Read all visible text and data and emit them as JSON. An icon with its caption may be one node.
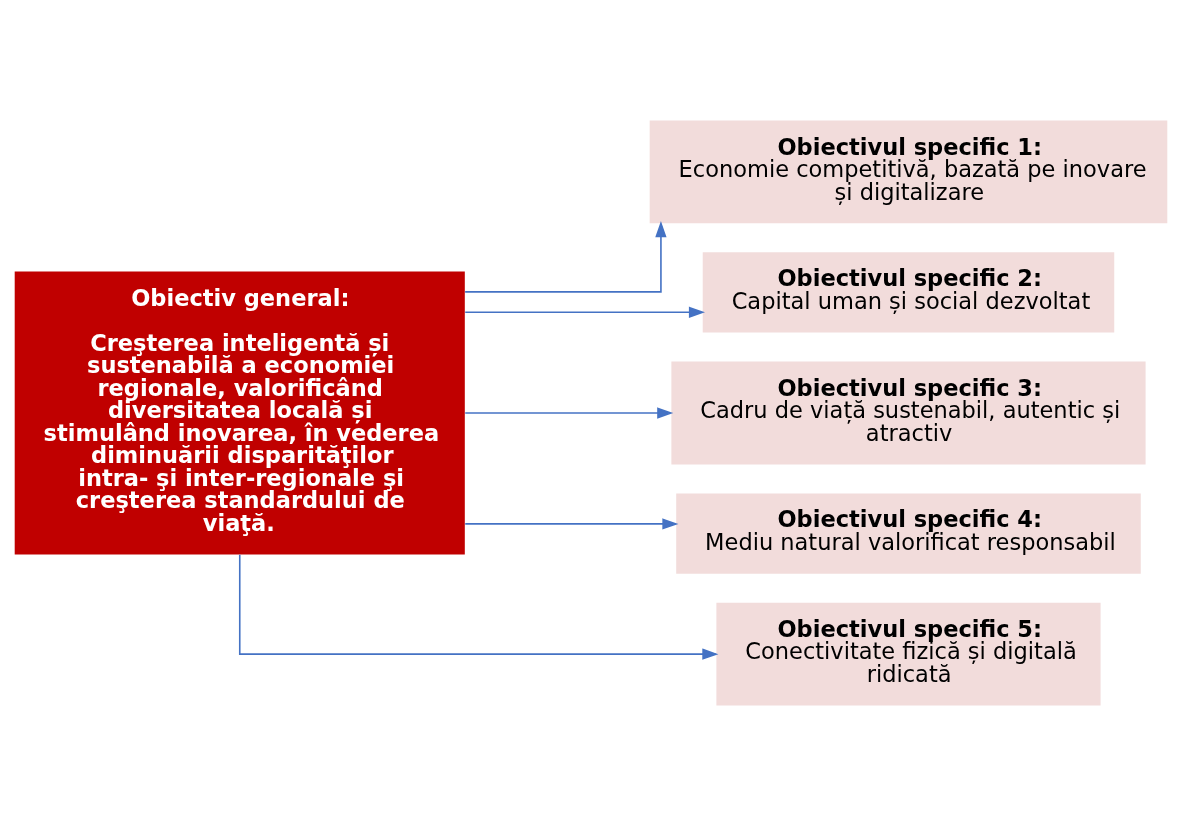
{
  "diagram": {
    "nodes": [
      {
        "text": [
          "Obiectiv general:",
          "Creşterea inteligentă și sustenabilă a economiei regionale, valorificând diversitatea locală și stimulând inovarea, în vederea diminuării disparităţilor intra- şi inter-regionale şi creşterea standardului de viaţă."
        ]
      },
      {
        "text": [
          "Obiectivul specific 1:",
          "Economie competitivă, bazată pe inovare și digitalizare"
        ]
      },
      {
        "text": [
          "Obiectivul specific 2:",
          "Capital uman și social dezvoltat"
        ]
      },
      {
        "text": [
          "Obiectivul specific 3:",
          "Cadru de viață sustenabil, autentic și atractiv"
        ]
      },
      {
        "text": [
          "Obiectivul specific 4:",
          "Mediu natural valorificat responsabil"
        ]
      },
      {
        "text": [
          "Obiectivul specific 5:",
          "Conectivitate fizică și digitală ridicată"
        ]
      }
    ],
    "edges": [
      {
        "from": 0,
        "to": 1,
        "arrow": "to"
      },
      {
        "from": 0,
        "to": 2,
        "arrow": "to"
      },
      {
        "from": 0,
        "to": 3,
        "arrow": "to"
      },
      {
        "from": 0,
        "to": 4,
        "arrow": "to"
      },
      {
        "from": 0,
        "to": 5,
        "arrow": "to"
      }
    ]
  }
}
